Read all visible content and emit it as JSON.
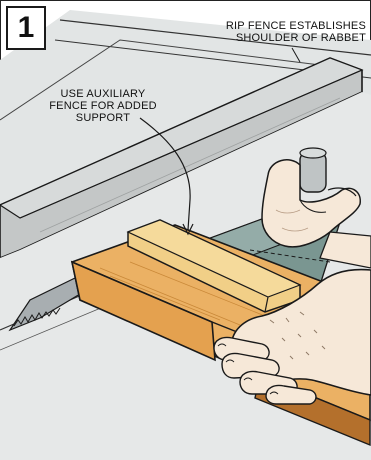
{
  "step": {
    "number": "1"
  },
  "callouts": {
    "rip_fence": "RIP FENCE ESTABLISHES\nSHOULDER OF RABBET",
    "auxiliary_fence": "USE AUXILIARY\nFENCE FOR ADDED\nSUPPORT"
  },
  "colors": {
    "outline": "#1a1a1a",
    "table_gray": "#d9dcdc",
    "fence_gray": "#b9bcbc",
    "fence_dark": "#8e9191",
    "wood_light": "#f0c87a",
    "wood": "#e3a24f",
    "wood_dark": "#b06b28",
    "blade_gray": "#9aa0a3",
    "guard_teal": "#6f8f8a",
    "skin": "#f6e8d8",
    "skin_shadow": "#e5cfb7"
  },
  "icons": {
    "step_badge": "step-number-badge",
    "hand_left": "hand-pushing-icon",
    "hand_right": "hand-on-push-stick-icon",
    "blade": "saw-blade-icon"
  }
}
